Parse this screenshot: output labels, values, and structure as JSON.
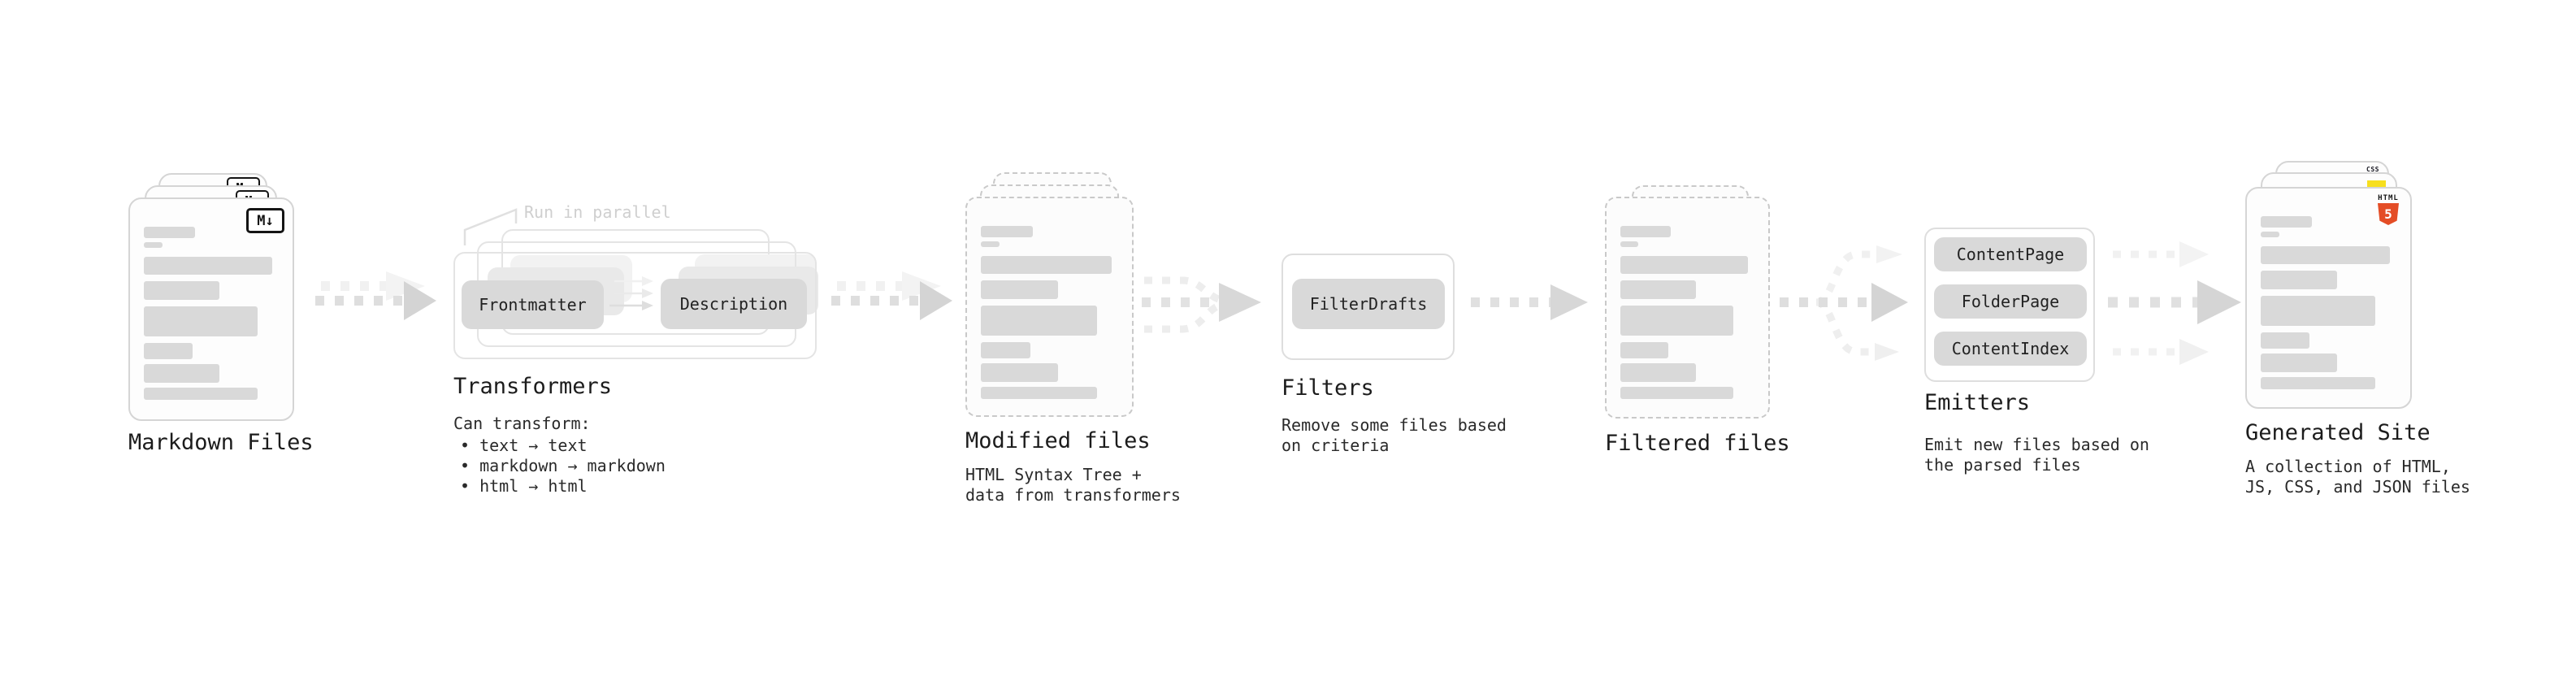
{
  "colors": {
    "html5_orange": "#E44D26",
    "js_yellow": "#F7DF1E",
    "css_blue": "#2862E9",
    "skeleton_gray": "#D9D9D9",
    "arrow_gray": "#DEDEDE",
    "text_dark": "#1C1C1C"
  },
  "stages": {
    "markdown_files": {
      "label": "Markdown Files",
      "badge": "M↓"
    },
    "transformers": {
      "label": "Transformers",
      "note": "Run in parallel",
      "pills": [
        "Frontmatter",
        "Description"
      ],
      "desc_title": "Can transform:",
      "bullets": [
        "• text → text",
        "• markdown → markdown",
        "• html → html"
      ]
    },
    "modified_files": {
      "label": "Modified files",
      "desc": "HTML Syntax Tree +\ndata from transformers"
    },
    "filters": {
      "label": "Filters",
      "pills": [
        "FilterDrafts"
      ],
      "desc": "Remove some files based\non criteria"
    },
    "filtered_files": {
      "label": "Filtered files"
    },
    "emitters": {
      "label": "Emitters",
      "pills": [
        "ContentPage",
        "FolderPage",
        "ContentIndex"
      ],
      "desc": "Emit new files based on\nthe parsed files"
    },
    "generated_site": {
      "label": "Generated Site",
      "desc": "A collection of HTML,\nJS, CSS, and JSON files",
      "badges": {
        "css": "CSS",
        "html_word": "HTML",
        "html_number": "5"
      }
    }
  }
}
